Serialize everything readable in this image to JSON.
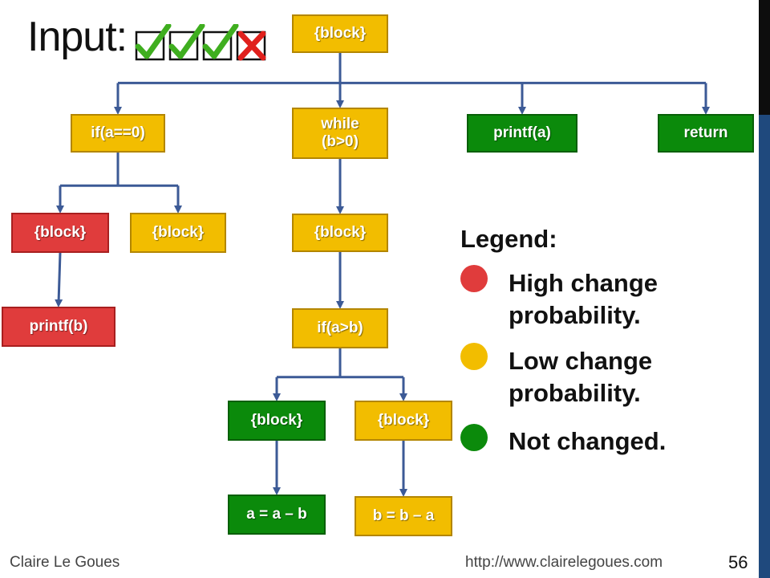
{
  "slide": {
    "title": "Input:",
    "input_marks": [
      "check",
      "check",
      "check",
      "cross"
    ],
    "footer_author": "Claire Le Goues",
    "footer_url": "http://www.clairelegoues.com",
    "page_number": "56"
  },
  "colors": {
    "high": "#e03c3c",
    "low": "#f2bd00",
    "none": "#0b8a0b",
    "edge": "#3c5a96"
  },
  "tree": {
    "nodes": [
      {
        "id": "root_block",
        "label": "{block}",
        "status": "low"
      },
      {
        "id": "if_a_eq_0",
        "label": "if(a==0)",
        "status": "low"
      },
      {
        "id": "while_b_gt_0",
        "label": "while\n(b>0)",
        "status": "low"
      },
      {
        "id": "printf_a",
        "label": "printf(a)",
        "status": "none"
      },
      {
        "id": "return_stmt",
        "label": "return",
        "status": "none"
      },
      {
        "id": "if_then_block",
        "label": "{block}",
        "status": "high"
      },
      {
        "id": "if_else_block",
        "label": "{block}",
        "status": "low"
      },
      {
        "id": "while_body_block",
        "label": "{block}",
        "status": "low"
      },
      {
        "id": "printf_b",
        "label": "printf(b)",
        "status": "high"
      },
      {
        "id": "if_a_gt_b",
        "label": "if(a>b)",
        "status": "low"
      },
      {
        "id": "then_block_2",
        "label": "{block}",
        "status": "none"
      },
      {
        "id": "else_block_2",
        "label": "{block}",
        "status": "low"
      },
      {
        "id": "assign_a",
        "label": "a = a – b",
        "status": "none"
      },
      {
        "id": "assign_b",
        "label": "b = b – a",
        "status": "low"
      }
    ],
    "edges": [
      [
        "root_block",
        "if_a_eq_0"
      ],
      [
        "root_block",
        "while_b_gt_0"
      ],
      [
        "root_block",
        "printf_a"
      ],
      [
        "root_block",
        "return_stmt"
      ],
      [
        "if_a_eq_0",
        "if_then_block"
      ],
      [
        "if_a_eq_0",
        "if_else_block"
      ],
      [
        "while_b_gt_0",
        "while_body_block"
      ],
      [
        "if_then_block",
        "printf_b"
      ],
      [
        "while_body_block",
        "if_a_gt_b"
      ],
      [
        "if_a_gt_b",
        "then_block_2"
      ],
      [
        "if_a_gt_b",
        "else_block_2"
      ],
      [
        "then_block_2",
        "assign_a"
      ],
      [
        "else_block_2",
        "assign_b"
      ]
    ]
  },
  "legend": {
    "title": "Legend:",
    "items": [
      {
        "status": "high",
        "text": "High change probability."
      },
      {
        "status": "low",
        "text": "Low change probability."
      },
      {
        "status": "none",
        "text": "Not changed."
      }
    ]
  }
}
